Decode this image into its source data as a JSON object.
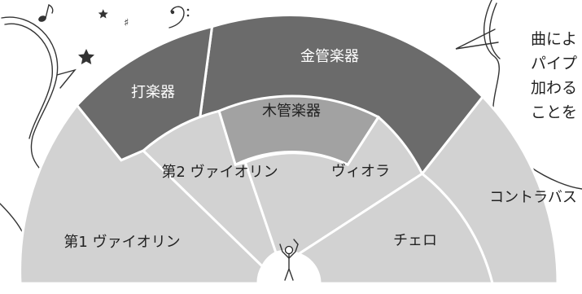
{
  "sections": {
    "first_violin": "第1 ヴァイオリン",
    "second_violin": "第2 ヴァイオリン",
    "viola": "ヴィオラ",
    "cello": "チェロ",
    "contrabass": "コントラバス",
    "woodwinds": "木管楽器",
    "brass": "金管楽器",
    "percussion": "打楽器"
  },
  "side_note_lines": [
    "曲によ",
    "パイプ",
    "加わる",
    "ことを"
  ],
  "colors": {
    "strings": "#d2d2d2",
    "woodwinds": "#a2a2a2",
    "brass": "#6b6b6b",
    "percussion": "#6b6b6b",
    "outline": "#ffffff"
  },
  "icons": {
    "note_decoration": "eighth-note-icon",
    "sharp_decoration": "sharp-icon",
    "clef_decoration": "bass-clef-icon",
    "star_decoration": "star-icon",
    "conductor": "conductor-icon"
  }
}
